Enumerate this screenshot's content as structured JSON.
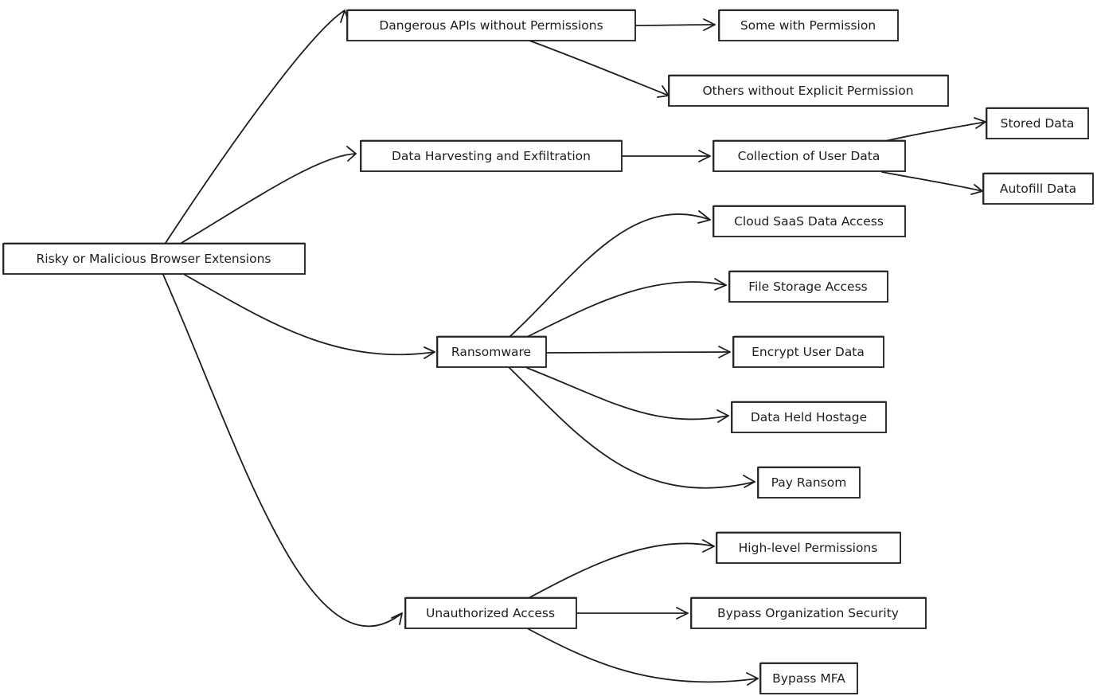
{
  "nodes": [
    {
      "id": "root",
      "label": "Risky or Malicious Browser Extensions"
    },
    {
      "id": "dangerous-apis",
      "label": "Dangerous APIs without Permissions"
    },
    {
      "id": "some-with-permission",
      "label": "Some with Permission"
    },
    {
      "id": "others-without-permission",
      "label": "Others without Explicit Permission"
    },
    {
      "id": "data-harvesting",
      "label": "Data Harvesting and Exfiltration"
    },
    {
      "id": "collection-user-data",
      "label": "Collection of User Data"
    },
    {
      "id": "stored-data",
      "label": "Stored Data"
    },
    {
      "id": "autofill-data",
      "label": "Autofill Data"
    },
    {
      "id": "ransomware",
      "label": "Ransomware"
    },
    {
      "id": "cloud-saas",
      "label": "Cloud SaaS Data Access"
    },
    {
      "id": "file-storage",
      "label": "File Storage Access"
    },
    {
      "id": "encrypt-user-data",
      "label": "Encrypt User Data"
    },
    {
      "id": "data-held-hostage",
      "label": "Data Held Hostage"
    },
    {
      "id": "pay-ransom",
      "label": "Pay Ransom"
    },
    {
      "id": "unauthorized-access",
      "label": "Unauthorized Access"
    },
    {
      "id": "high-level-permissions",
      "label": "High-level Permissions"
    },
    {
      "id": "bypass-org-security",
      "label": "Bypass Organization Security"
    },
    {
      "id": "bypass-mfa",
      "label": "Bypass MFA"
    }
  ],
  "edges": [
    {
      "from": "root",
      "to": "dangerous-apis"
    },
    {
      "from": "root",
      "to": "data-harvesting"
    },
    {
      "from": "root",
      "to": "ransomware"
    },
    {
      "from": "root",
      "to": "unauthorized-access"
    },
    {
      "from": "dangerous-apis",
      "to": "some-with-permission"
    },
    {
      "from": "dangerous-apis",
      "to": "others-without-permission"
    },
    {
      "from": "data-harvesting",
      "to": "collection-user-data"
    },
    {
      "from": "collection-user-data",
      "to": "stored-data"
    },
    {
      "from": "collection-user-data",
      "to": "autofill-data"
    },
    {
      "from": "ransomware",
      "to": "cloud-saas"
    },
    {
      "from": "ransomware",
      "to": "file-storage"
    },
    {
      "from": "ransomware",
      "to": "encrypt-user-data"
    },
    {
      "from": "ransomware",
      "to": "data-held-hostage"
    },
    {
      "from": "ransomware",
      "to": "pay-ransom"
    },
    {
      "from": "unauthorized-access",
      "to": "high-level-permissions"
    },
    {
      "from": "unauthorized-access",
      "to": "bypass-org-security"
    },
    {
      "from": "unauthorized-access",
      "to": "bypass-mfa"
    }
  ]
}
